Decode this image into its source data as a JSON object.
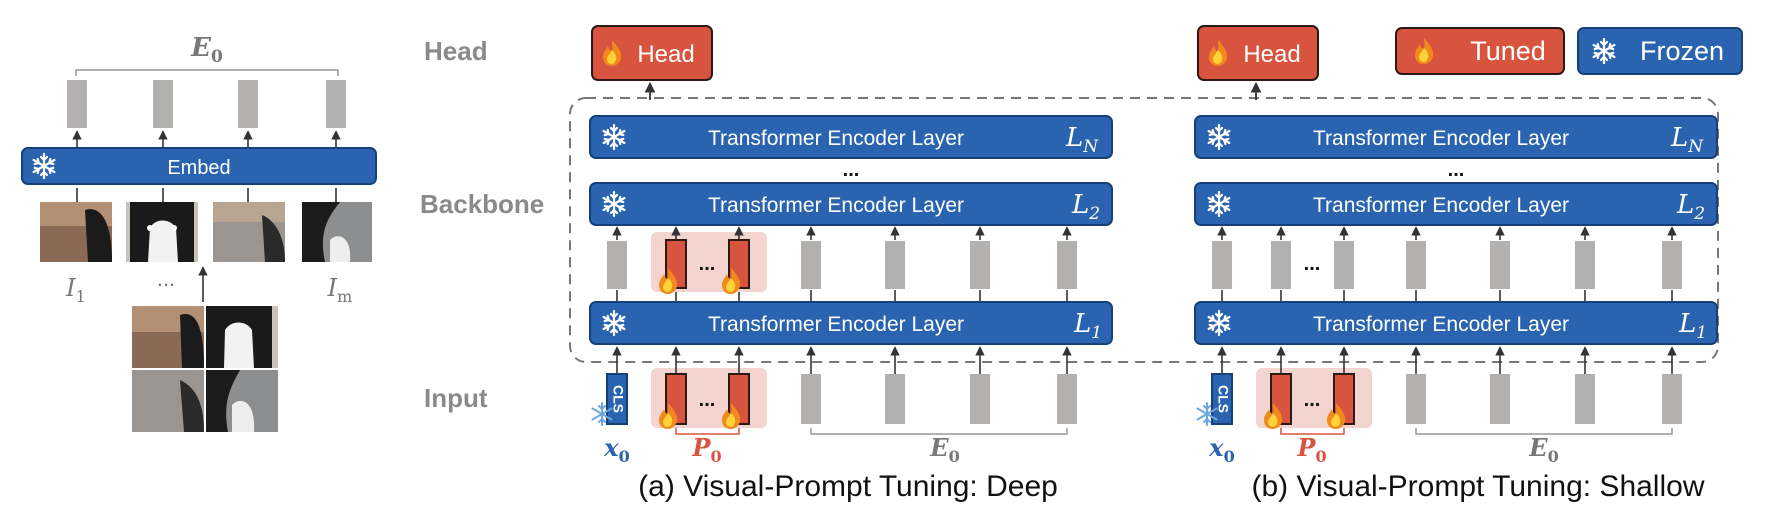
{
  "row_labels": {
    "head": "Head",
    "backbone": "Backbone",
    "input": "Input"
  },
  "legend": {
    "tuned": "Tuned",
    "frozen": "Frozen"
  },
  "head_label": "Head",
  "layer_label": "Transformer Encoder Layer",
  "layer_ids": {
    "n": "N",
    "two": "2",
    "one": "1"
  },
  "layer_letter": "L",
  "ellipsis": "...",
  "ellipsis_mid": "···",
  "embed": {
    "label": "Embed",
    "e0_base": "E",
    "e0_sub": "0",
    "patch_first": "I",
    "patch_first_sub": "1",
    "patch_last": "I",
    "patch_last_sub": "m"
  },
  "cls_token": "CLS",
  "x0_base": "x",
  "x0_sub": "0",
  "p0_base": "P",
  "p0_sub": "0",
  "e0_base": "E",
  "e0_sub": "0",
  "captions": {
    "deep": "(a) Visual-Prompt Tuning:  Deep",
    "shallow": "(b) Visual-Prompt Tuning:  Shallow"
  },
  "colors": {
    "frozen_blue": "#2a64b1",
    "frozen_border": "#17407a",
    "tuned_red": "#d9543f",
    "tuned_border": "#2b1a16",
    "token_gray": "#b3b0b0",
    "prompt_bg": "#f3d4cf",
    "label_gray": "#8a8a8a",
    "x0_blue": "#2a64b1",
    "p0_red": "#d9543f"
  },
  "icons": {
    "frozen": "snowflake-icon",
    "tuned": "flame-icon"
  }
}
